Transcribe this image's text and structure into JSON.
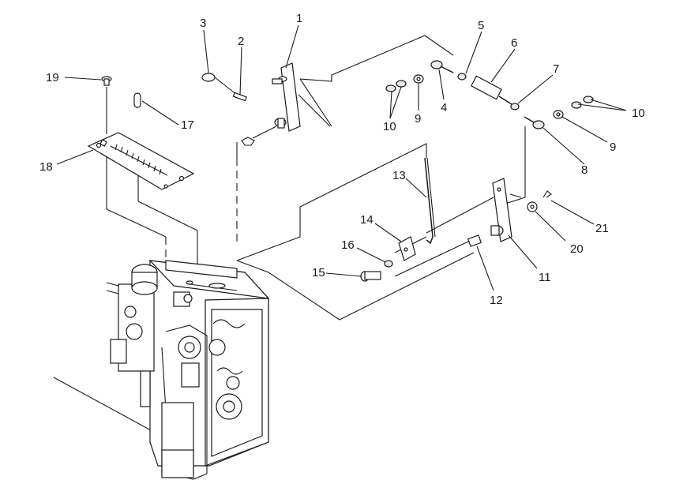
{
  "callouts": [
    {
      "id": "c1",
      "text": "1"
    },
    {
      "id": "c2",
      "text": "2"
    },
    {
      "id": "c3",
      "text": "3"
    },
    {
      "id": "c4",
      "text": "4"
    },
    {
      "id": "c5",
      "text": "5"
    },
    {
      "id": "c6",
      "text": "6"
    },
    {
      "id": "c7",
      "text": "7"
    },
    {
      "id": "c8",
      "text": "8"
    },
    {
      "id": "c9a",
      "text": "9"
    },
    {
      "id": "c9b",
      "text": "9"
    },
    {
      "id": "c10a",
      "text": "10"
    },
    {
      "id": "c10b",
      "text": "10"
    },
    {
      "id": "c11",
      "text": "11"
    },
    {
      "id": "c12",
      "text": "12"
    },
    {
      "id": "c13",
      "text": "13"
    },
    {
      "id": "c14",
      "text": "14"
    },
    {
      "id": "c15",
      "text": "15"
    },
    {
      "id": "c16",
      "text": "16"
    },
    {
      "id": "c17",
      "text": "17"
    },
    {
      "id": "c18",
      "text": "18"
    },
    {
      "id": "c19",
      "text": "19"
    },
    {
      "id": "c20",
      "text": "20"
    },
    {
      "id": "c21",
      "text": "21"
    }
  ]
}
